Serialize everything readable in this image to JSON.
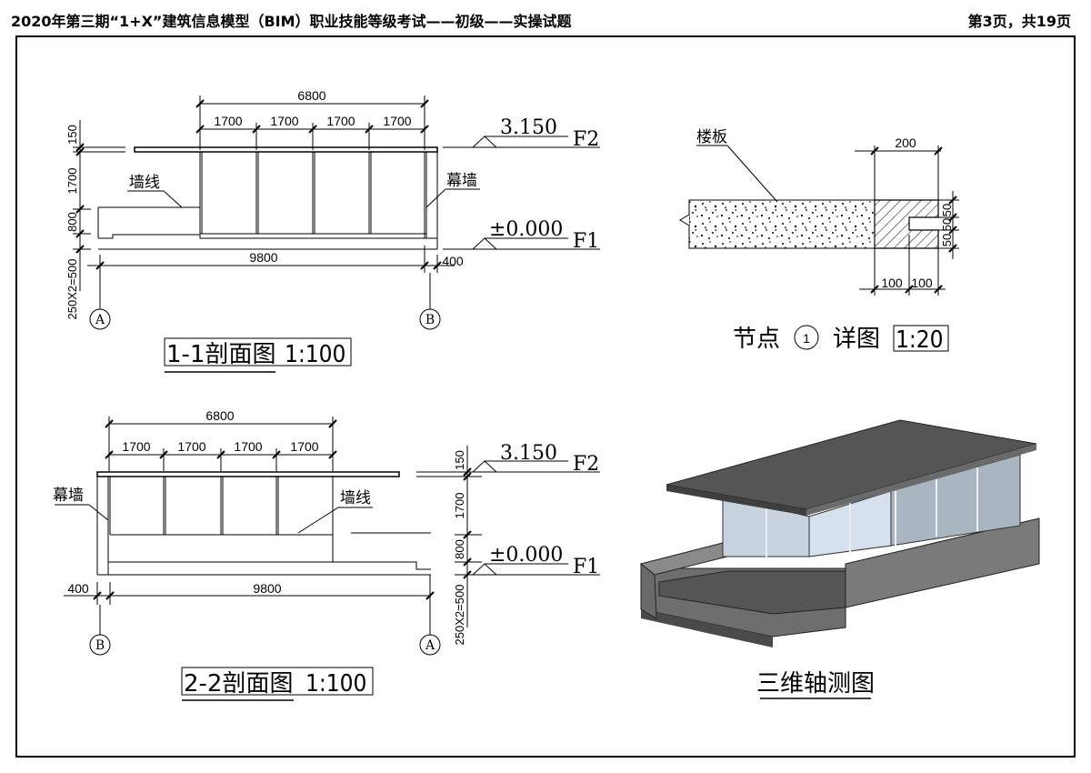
{
  "header": {
    "title": "2020年第三期“1+X”建筑信息模型（BIM）职业技能等级考试——初级——实操试题",
    "page": "第3页，共19页"
  },
  "section_1_1": {
    "dim_total_top": "6800",
    "dim_bays": [
      "1700",
      "1700",
      "1700",
      "1700"
    ],
    "dim_total_bottom": "9800",
    "dim_right_offset": "400",
    "dim_vertical": [
      "150",
      "1700",
      "800",
      "250X2=500"
    ],
    "level_top_value": "3.150",
    "level_top_name": "F2",
    "level_bottom_value": "±0.000",
    "level_bottom_name": "F1",
    "label_wall_line": "墙线",
    "label_curtain_wall": "幕墙",
    "axis_left": "A",
    "axis_right": "B",
    "caption_name": "1-1剖面图",
    "caption_scale": "1:100"
  },
  "section_2_2": {
    "dim_total_top": "6800",
    "dim_bays": [
      "1700",
      "1700",
      "1700",
      "1700"
    ],
    "dim_total_bottom": "9800",
    "dim_left_offset": "400",
    "dim_vertical": [
      "150",
      "1700",
      "800",
      "250X2=500"
    ],
    "level_top_value": "3.150",
    "level_top_name": "F2",
    "level_bottom_value": "±0.000",
    "level_bottom_name": "F1",
    "label_curtain_wall": "幕墙",
    "label_wall_line": "墙线",
    "axis_left": "B",
    "axis_right": "A",
    "caption_name": "2-2剖面图",
    "caption_scale": "1:100"
  },
  "node_detail": {
    "label_slab": "楼板",
    "dim_top": "200",
    "dim_bottom": [
      "100",
      "100"
    ],
    "dim_right": [
      "50",
      "50",
      "50"
    ],
    "caption_prefix": "节点",
    "caption_number": "1",
    "caption_suffix": "详图",
    "caption_scale": "1:20"
  },
  "axonometric": {
    "caption": "三维轴测图"
  },
  "colors": {
    "line": "#000000",
    "roof": "#555555",
    "wall": "#7a7a7a",
    "glass": "#c9d6e3"
  }
}
